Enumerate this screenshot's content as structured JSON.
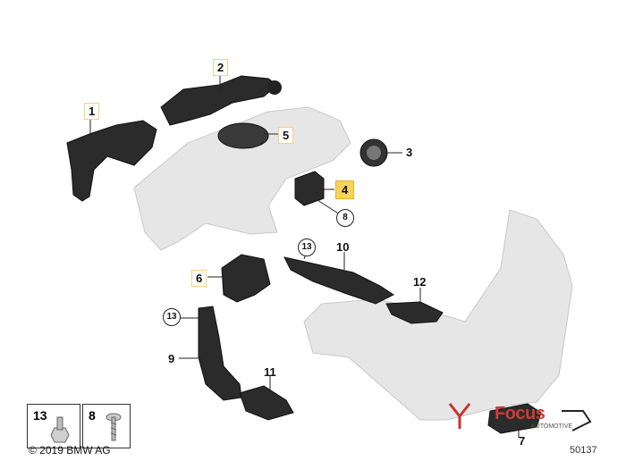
{
  "callouts": {
    "c1": "1",
    "c2": "2",
    "c3": "3",
    "c4": "4",
    "c5": "5",
    "c6": "6",
    "c7": "7",
    "c8": "8",
    "c9": "9",
    "c10": "10",
    "c11": "11",
    "c12": "12",
    "c13a": "13",
    "c13b": "13"
  },
  "legend": {
    "left_number": "13",
    "right_number": "8"
  },
  "footer": {
    "copyright": "© 2019 BMW AG",
    "reference": "50137"
  },
  "watermark": {
    "brand": "Focus",
    "sub": "AUTOMOTIVE"
  },
  "colors": {
    "highlight": "#f6d35a",
    "watermark": "#d23a3a"
  }
}
